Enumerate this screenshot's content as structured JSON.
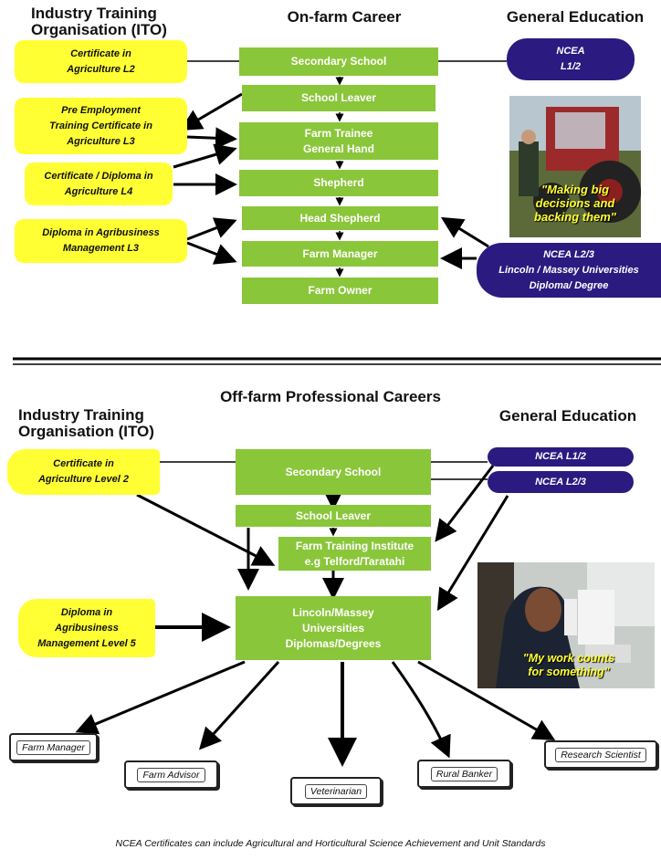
{
  "top": {
    "headers": {
      "ito": "Industry Training\nOrganisation (ITO)",
      "onfarm": "On-farm Career",
      "general": "General Education"
    },
    "career_path": [
      "Secondary School",
      "School Leaver",
      "Farm Trainee\nGeneral Hand",
      "Shepherd",
      "Head Shepherd",
      "Farm Manager",
      "Farm Owner"
    ],
    "ito_boxes": [
      "Certificate in\nAgriculture  L2",
      "Pre Employment\nTraining Certificate in\nAgriculture  L3",
      "Certificate / Diploma in\nAgriculture  L4",
      "Diploma in Agribusiness\nManagement  L3"
    ],
    "education_boxes": [
      "NCEA\nL1/2",
      "NCEA L2/3\nLincoln / Massey Universities\nDiploma/ Degree"
    ],
    "quote": "\"Making big\ndecisions and\nbacking them\""
  },
  "bottom": {
    "headers": {
      "title": "Off-farm Professional Careers",
      "ito": "Industry Training\nOrganisation (ITO)",
      "general": "General Education"
    },
    "path": [
      "Secondary School",
      "School Leaver",
      "Farm Training Institute\ne.g Telford/Taratahi",
      "Lincoln/Massey\nUniversities\nDiplomas/Degrees"
    ],
    "ito_boxes": [
      "Certificate in\nAgriculture  Level 2",
      "Diploma in\nAgribusiness\nManagement Level 5"
    ],
    "education_boxes": [
      "NCEA L1/2",
      "NCEA L2/3"
    ],
    "careers": [
      "Farm Manager",
      "Farm Advisor",
      "Veterinarian",
      "Rural Banker",
      "Research Scientist"
    ],
    "quote": "\"My work counts\nfor something\""
  },
  "footer": "NCEA Certificates can include Agricultural and Horticultural Science Achievement and Unit Standards",
  "colors": {
    "green": "#8ac63a",
    "yellow": "#ffff33",
    "navy": "#2b1a80"
  },
  "icons": [
    "tractor-photo",
    "microscope-photo"
  ]
}
